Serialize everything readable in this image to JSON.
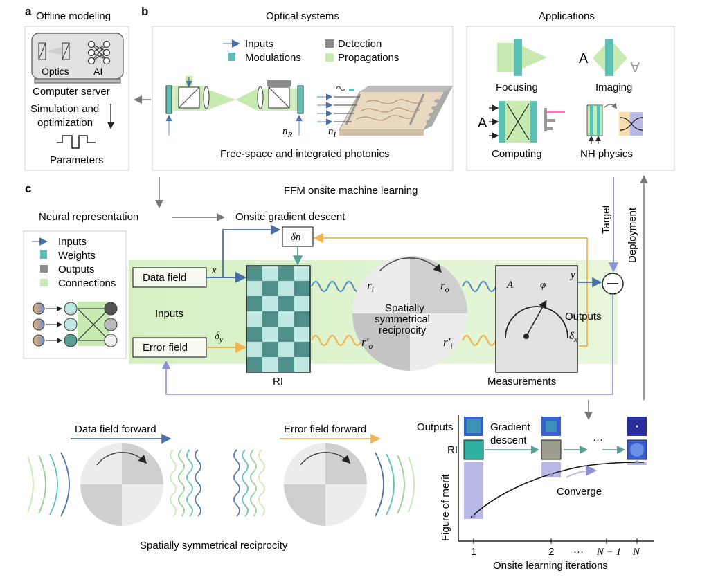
{
  "panel_a": {
    "letter": "a",
    "title": "Offline modeling",
    "optics": "Optics",
    "ai": "AI",
    "server": "Computer server",
    "sim1": "Simulation and",
    "sim2": "optimization",
    "params": "Parameters"
  },
  "panel_b": {
    "letter": "b",
    "title": "Optical systems",
    "legend": {
      "inputs": "Inputs",
      "modulations": "Modulations",
      "detection": "Detection",
      "propagations": "Propagations"
    },
    "nR": "n",
    "nR_sub": "R",
    "nI": "n",
    "nI_sub": "I",
    "caption": "Free-space and integrated photonics"
  },
  "applications": {
    "title": "Applications",
    "focusing": "Focusing",
    "imaging": "Imaging",
    "computing": "Computing",
    "nh": "NH physics",
    "letterA": "A",
    "letterA2": "A",
    "letterA3": "A"
  },
  "panel_c": {
    "letter": "c",
    "title": "FFM onsite machine learning",
    "neural": "Neural representation",
    "ogd": "Onsite gradient descent",
    "legend": {
      "inputs": "Inputs",
      "weights": "Weights",
      "outputs": "Outputs",
      "connections": "Connections"
    },
    "data_field": "Data field",
    "error_field": "Error field",
    "inputs": "Inputs",
    "x": "x",
    "dy": "δ",
    "dy_sub": "y",
    "dn": "δn",
    "ri_label": "RI",
    "ri": "r",
    "ri_sub": "i",
    "ro": "r",
    "ro_sub": "o",
    "ro2": "r′",
    "ro2_sub": "o",
    "ri2": "r′",
    "ri2_sub": "i",
    "ssr1": "Spatially",
    "ssr2": "symmetrical",
    "ssr3": "reciprocity",
    "meas_A": "A",
    "meas_phi": "φ",
    "measurements": "Measurements",
    "y": "y",
    "outputs": "Outputs",
    "dx": "δ",
    "dx_sub": "x",
    "target": "Target",
    "deployment": "Deployment"
  },
  "bottom": {
    "data_forward": "Data field forward",
    "error_forward": "Error field forward",
    "ssr": "Spatially symmetrical reciprocity"
  },
  "chart": {
    "outputs": "Outputs",
    "ri": "RI",
    "gd1": "Gradient",
    "gd2": "descent",
    "dots": "···",
    "converge": "Converge",
    "ylabel": "Figure of merit",
    "xlabel": "Onsite learning iterations",
    "ticks": [
      "1",
      "2",
      "···",
      "N − 1",
      "N"
    ]
  },
  "colors": {
    "teal": "#5cbfb4",
    "green": "#c7eab0",
    "blue_arrow": "#4a6fa5",
    "orange_arrow": "#f0b450",
    "purple": "#9c9ed6",
    "gray": "#8c8c8c"
  }
}
